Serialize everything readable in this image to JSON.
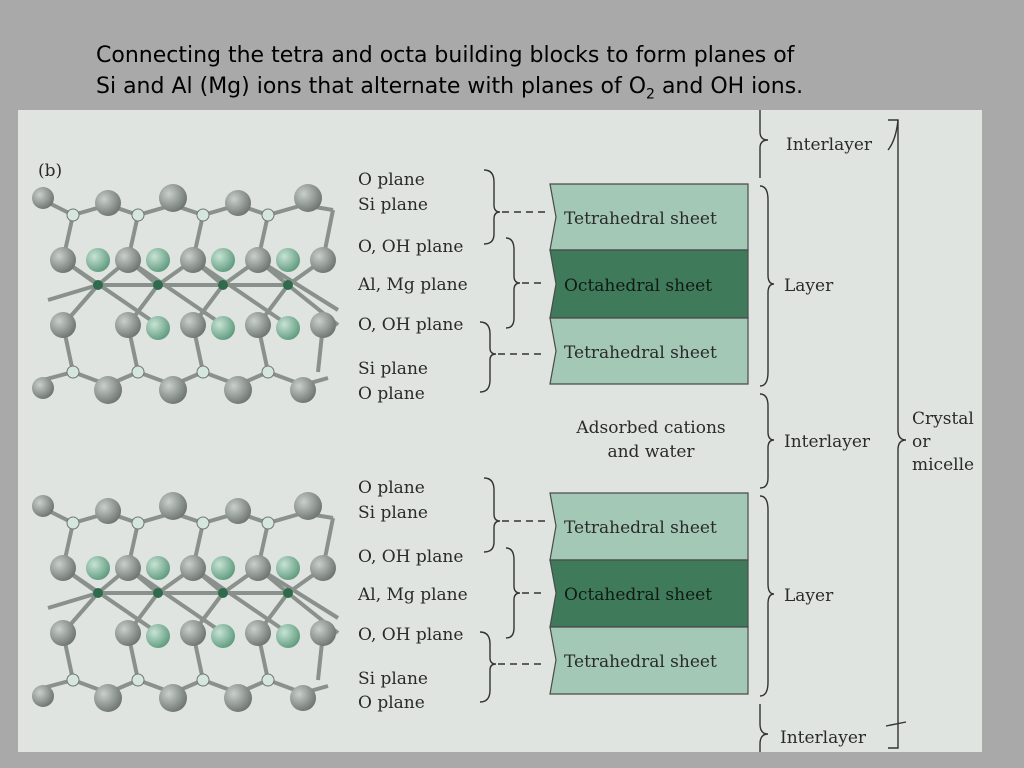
{
  "title": {
    "line1": "Connecting the tetra and octa building blocks to form planes of",
    "line2_before_sub": "Si and Al (Mg) ions that alternate with planes of O",
    "line2_sub": "2",
    "line2_after_sub": " and OH ions."
  },
  "figure_label": "(b)",
  "planes": {
    "o_plane": "O plane",
    "si_plane": "Si plane",
    "o_oh_plane": "O, OH plane",
    "al_mg_plane": "Al, Mg plane",
    "o_oh_plane_bottom": "O, OH plane",
    "si_plane_bottom": "Si plane",
    "o_plane_bottom": "O plane"
  },
  "sheets": {
    "tetrahedral": "Tetrahedral sheet",
    "octahedral": "Octahedral sheet"
  },
  "adsorbed": {
    "line1": "Adsorbed cations",
    "line2": "and water"
  },
  "groups": {
    "interlayer": "Interlayer",
    "layer": "Layer"
  },
  "crystal": {
    "line1": "Crystal",
    "line2": "or",
    "line3": "micelle"
  },
  "colors": {
    "page_bg": "#a9a9a9",
    "photo_bg": "#dfe4e0",
    "tetra_sheet": "#a3c8b5",
    "octa_sheet": "#3f7a5a",
    "oxygen_atom": "#8e9690",
    "cation_atom": "#88b8a0"
  }
}
